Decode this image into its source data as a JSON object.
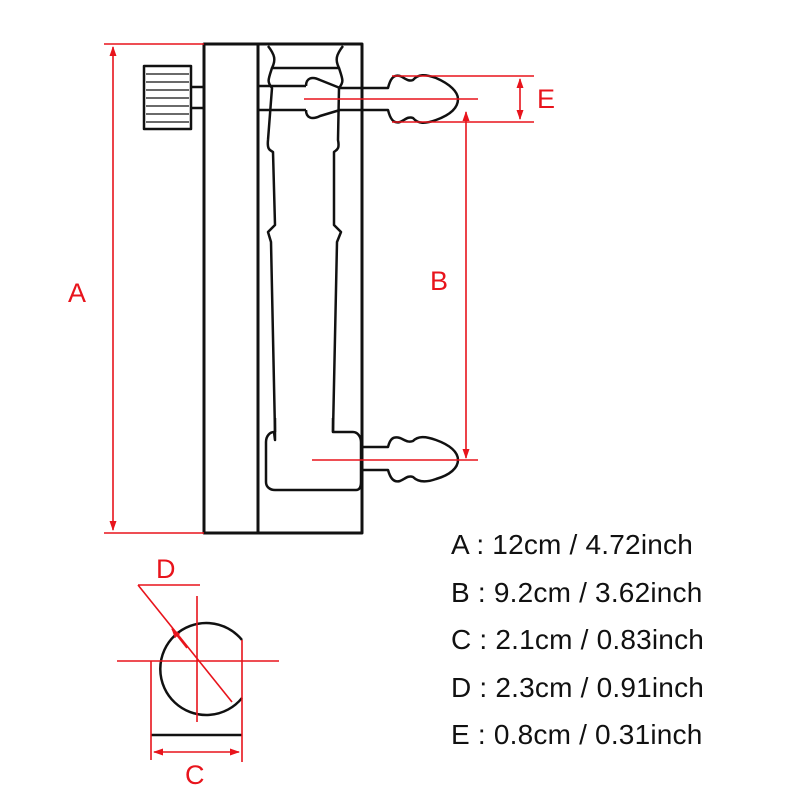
{
  "diagram": {
    "title": "Flowmeter dimension drawing",
    "colors": {
      "outline": "#111111",
      "dimension": "#e8141c",
      "background": "#ffffff"
    },
    "dimension_labels": {
      "A": "A",
      "B": "B",
      "C": "C",
      "D": "D",
      "E": "E"
    },
    "specs": [
      {
        "key": "A",
        "separator": " : ",
        "metric": "12cm",
        "divider": " / ",
        "imperial": "4.72inch"
      },
      {
        "key": "B",
        "separator": " : ",
        "metric": "9.2cm",
        "divider": " / ",
        "imperial": "3.62inch"
      },
      {
        "key": "C",
        "separator": " : ",
        "metric": "2.1cm",
        "divider": " / ",
        "imperial": "0.83inch"
      },
      {
        "key": "D",
        "separator": " : ",
        "metric": "2.3cm",
        "divider": " / ",
        "imperial": "0.91inch"
      },
      {
        "key": "E",
        "separator": " : ",
        "metric": "0.8cm",
        "divider": " / ",
        "imperial": "0.31inch"
      }
    ]
  }
}
